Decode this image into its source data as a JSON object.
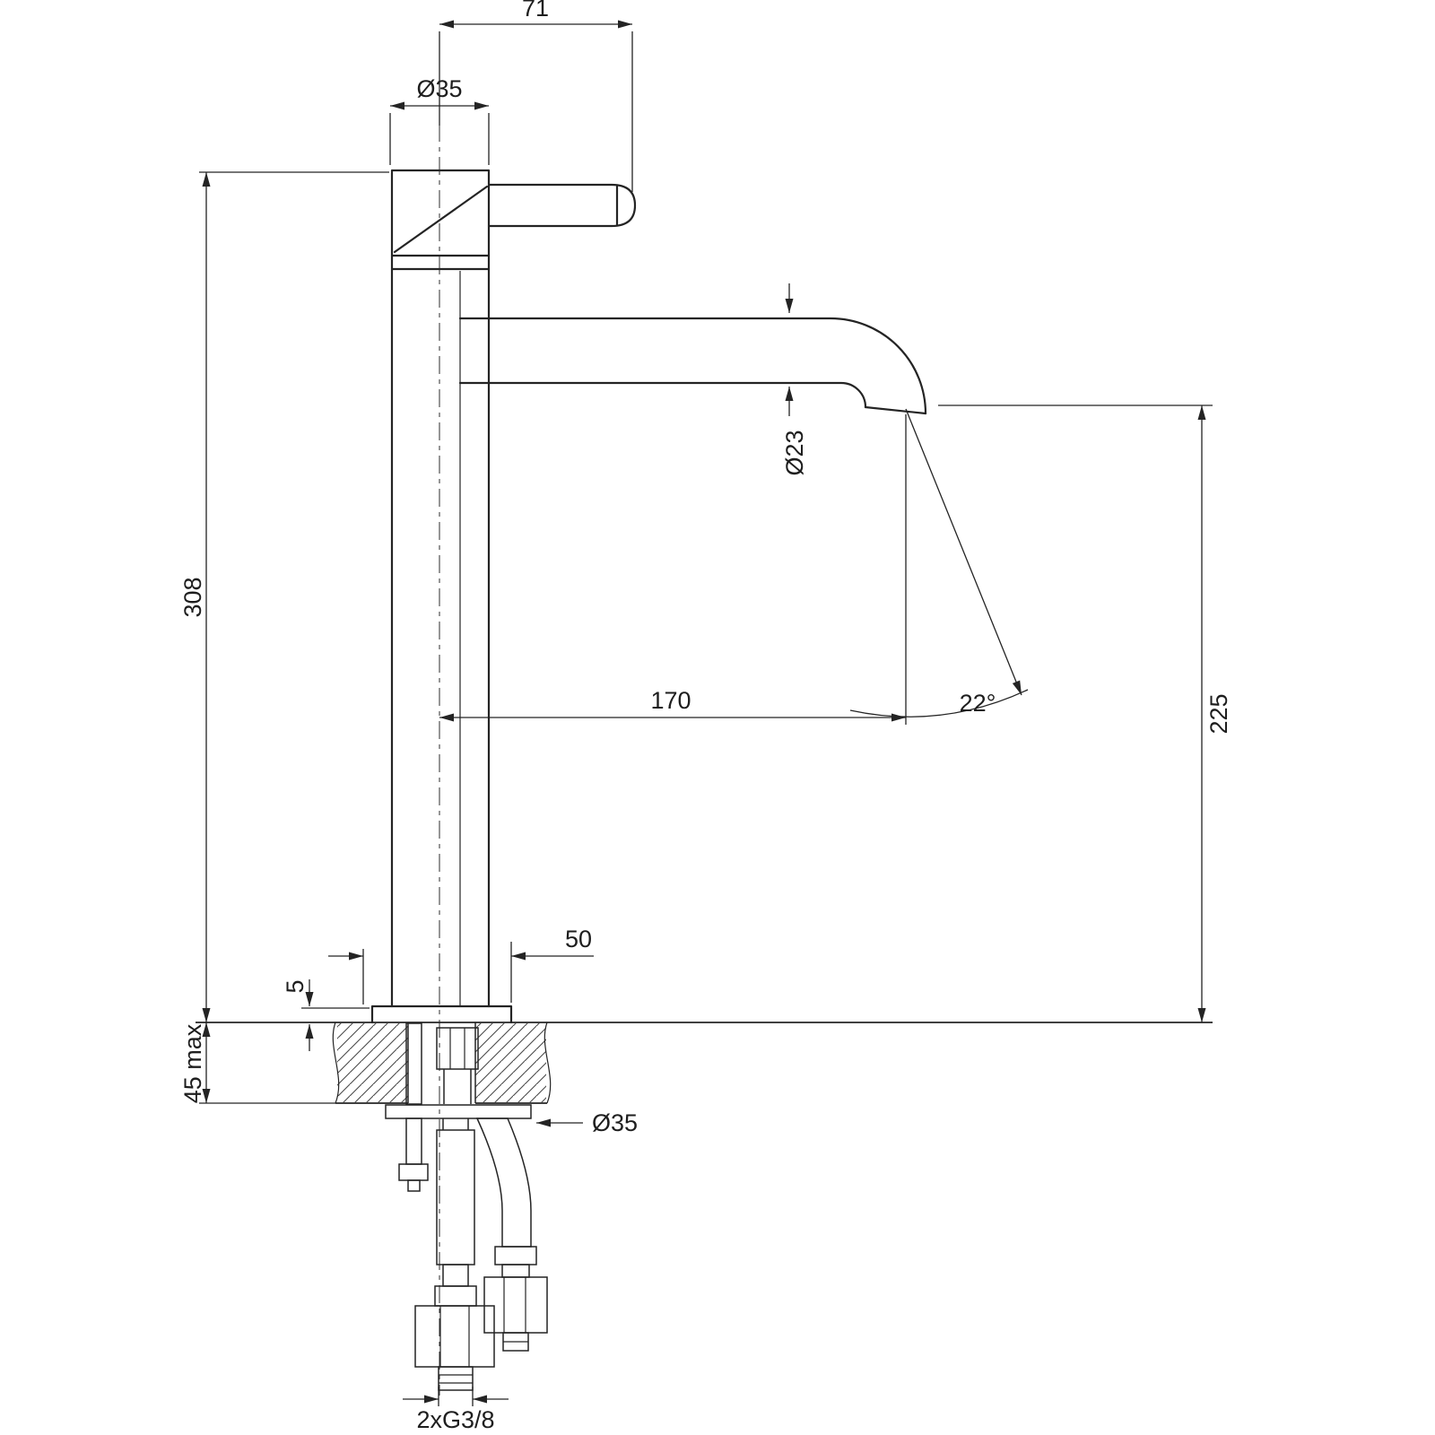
{
  "drawing": {
    "kind": "technical-dimension-drawing",
    "subject": "tall single-lever basin mixer, side elevation with mounting cross-section",
    "background_color": "#ffffff",
    "line_color": "#242424"
  },
  "labels": {
    "handle_reach": "71",
    "top_diameter": "Ø35",
    "overall_height": "308",
    "spout_tube_diameter": "Ø23",
    "spout_reach": "170",
    "spout_angle": "22°",
    "outlet_height": "225",
    "base_offset": "50",
    "base_plate_thickness": "5",
    "deck_thickness_max": "45 max",
    "shank_diameter": "Ø35",
    "supply_connection": "2xG3/8"
  }
}
